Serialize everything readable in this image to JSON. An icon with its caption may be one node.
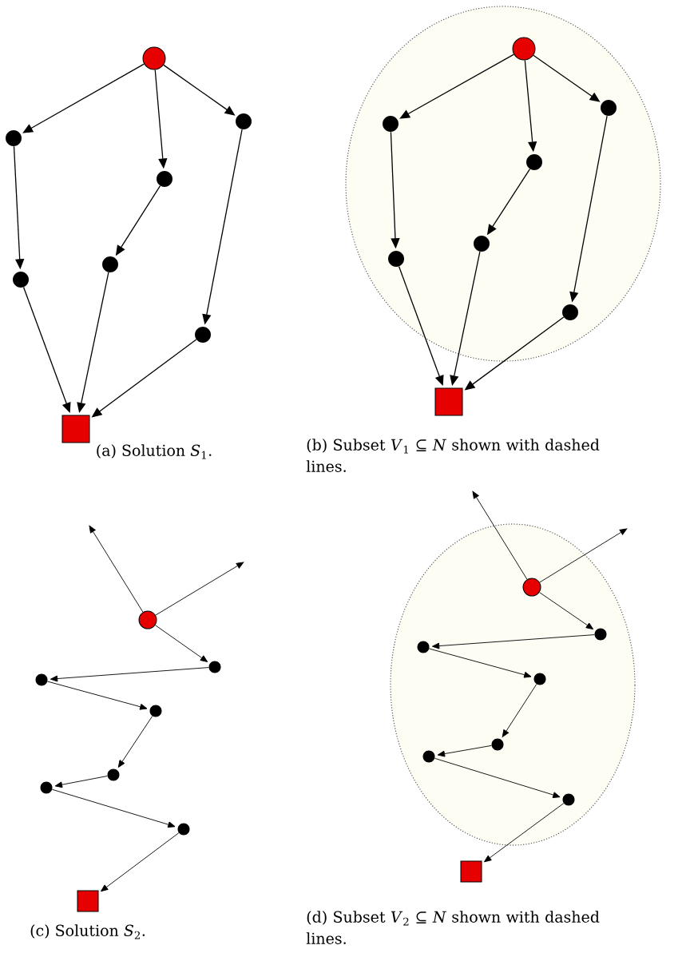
{
  "diagram": {
    "nodes": [
      {
        "text": [],
        "shape": "circle"
      },
      {
        "text": [],
        "shape": "circle"
      },
      {
        "text": [],
        "shape": "circle"
      },
      {
        "text": [],
        "shape": "circle"
      },
      {
        "text": [],
        "shape": "circle"
      },
      {
        "text": [],
        "shape": "circle"
      },
      {
        "text": [],
        "shape": "circle"
      },
      {
        "text": [],
        "shape": "box"
      },
      {
        "text": [],
        "shape": "ellipse"
      },
      {
        "text": [],
        "shape": "circle",
        "in": 8
      },
      {
        "text": [],
        "shape": "circle",
        "in": 8
      },
      {
        "text": [],
        "shape": "circle",
        "in": 8
      },
      {
        "text": [],
        "shape": "circle",
        "in": 8
      },
      {
        "text": [],
        "shape": "circle",
        "in": 8
      },
      {
        "text": [],
        "shape": "circle",
        "in": 8
      },
      {
        "text": [],
        "shape": "circle",
        "in": 8
      },
      {
        "text": [],
        "shape": "box"
      },
      {
        "text": [],
        "shape": "circle"
      },
      {
        "text": [],
        "shape": "circle"
      },
      {
        "text": [],
        "shape": "circle"
      },
      {
        "text": [],
        "shape": "circle"
      },
      {
        "text": [],
        "shape": "circle"
      },
      {
        "text": [],
        "shape": "circle"
      },
      {
        "text": [],
        "shape": "circle"
      },
      {
        "text": [],
        "shape": "box"
      },
      {
        "text": [],
        "shape": "ellipse"
      },
      {
        "text": [],
        "shape": "circle",
        "in": 25
      },
      {
        "text": [],
        "shape": "circle",
        "in": 25
      },
      {
        "text": [],
        "shape": "circle",
        "in": 25
      },
      {
        "text": [],
        "shape": "circle",
        "in": 25
      },
      {
        "text": [],
        "shape": "circle",
        "in": 25
      },
      {
        "text": [],
        "shape": "circle",
        "in": 25
      },
      {
        "text": [],
        "shape": "circle",
        "in": 25
      },
      {
        "text": [],
        "shape": "box"
      }
    ],
    "edges": [
      {
        "from": 0,
        "to": 1,
        "arrow": "to"
      },
      {
        "from": 0,
        "to": 2,
        "arrow": "to"
      },
      {
        "from": 0,
        "to": 3,
        "arrow": "to"
      },
      {
        "from": 1,
        "to": 4,
        "arrow": "to"
      },
      {
        "from": 2,
        "to": 5,
        "arrow": "to"
      },
      {
        "from": 3,
        "to": 6,
        "arrow": "to"
      },
      {
        "from": 4,
        "to": 7,
        "arrow": "to"
      },
      {
        "from": 5,
        "to": 7,
        "arrow": "to"
      },
      {
        "from": 6,
        "to": 7,
        "arrow": "to"
      },
      {
        "from": 9,
        "to": 10,
        "arrow": "to"
      },
      {
        "from": 9,
        "to": 11,
        "arrow": "to"
      },
      {
        "from": 9,
        "to": 12,
        "arrow": "to"
      },
      {
        "from": 10,
        "to": 13,
        "arrow": "to"
      },
      {
        "from": 11,
        "to": 14,
        "arrow": "to"
      },
      {
        "from": 12,
        "to": 15,
        "arrow": "to"
      },
      {
        "from": 13,
        "to": 16,
        "arrow": "to"
      },
      {
        "from": 14,
        "to": 16,
        "arrow": "to"
      },
      {
        "from": 15,
        "to": 16,
        "arrow": "to"
      },
      {
        "from": 17,
        "to": null,
        "arrow": "to"
      },
      {
        "from": 17,
        "to": null,
        "arrow": "to"
      },
      {
        "from": 17,
        "to": 18,
        "arrow": "to"
      },
      {
        "from": 18,
        "to": 19,
        "arrow": "to"
      },
      {
        "from": 19,
        "to": 20,
        "arrow": "to"
      },
      {
        "from": 20,
        "to": 21,
        "arrow": "to"
      },
      {
        "from": 21,
        "to": 22,
        "arrow": "to"
      },
      {
        "from": 22,
        "to": 23,
        "arrow": "to"
      },
      {
        "from": 23,
        "to": 24,
        "arrow": "to"
      },
      {
        "from": 26,
        "to": null,
        "arrow": "to"
      },
      {
        "from": 26,
        "to": null,
        "arrow": "to"
      },
      {
        "from": 26,
        "to": 27,
        "arrow": "to"
      },
      {
        "from": 27,
        "to": 28,
        "arrow": "to"
      },
      {
        "from": 28,
        "to": 29,
        "arrow": "to"
      },
      {
        "from": 29,
        "to": 30,
        "arrow": "to"
      },
      {
        "from": 30,
        "to": 31,
        "arrow": "to"
      },
      {
        "from": 31,
        "to": 32,
        "arrow": "to"
      },
      {
        "from": 32,
        "to": 33,
        "arrow": "to"
      }
    ],
    "labels": [
      "(a) Solution *S*$_{1}$.",
      "(b) Subset *V*$_{1}$ ⊆ *N* shown with dashed lines.",
      "(c) Solution *S*$_{2}$.",
      "(d) Subset *V*$_{2}$ ⊆ *N* shown with dashed lines."
    ]
  }
}
